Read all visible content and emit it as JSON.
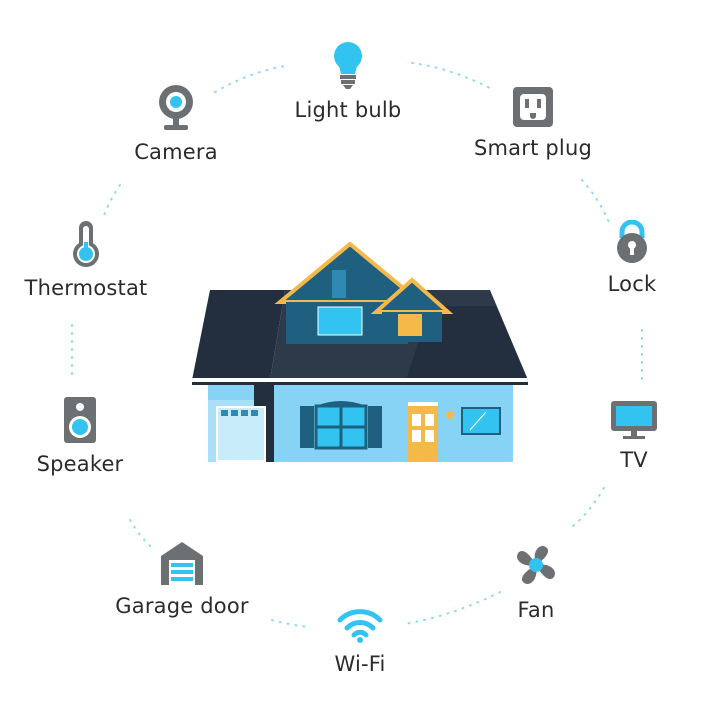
{
  "devices": [
    {
      "id": "light-bulb",
      "label": "Light bulb",
      "icon": "light-bulb-icon"
    },
    {
      "id": "smart-plug",
      "label": "Smart plug",
      "icon": "smart-plug-icon"
    },
    {
      "id": "lock",
      "label": "Lock",
      "icon": "lock-icon"
    },
    {
      "id": "tv",
      "label": "TV",
      "icon": "tv-icon"
    },
    {
      "id": "fan",
      "label": "Fan",
      "icon": "fan-icon"
    },
    {
      "id": "wifi",
      "label": "Wi-Fi",
      "icon": "wifi-icon"
    },
    {
      "id": "garage-door",
      "label": "Garage door",
      "icon": "garage-door-icon"
    },
    {
      "id": "speaker",
      "label": "Speaker",
      "icon": "speaker-icon"
    },
    {
      "id": "thermostat",
      "label": "Thermostat",
      "icon": "thermostat-icon"
    },
    {
      "id": "camera",
      "label": "Camera",
      "icon": "camera-icon"
    }
  ],
  "colors": {
    "accent": "#33c3f0",
    "icon_gray": "#6d7073",
    "dots": "#8fd8f2",
    "roof": "#232f3e",
    "wall": "#86d3f5",
    "dark_blue": "#1f5f7f",
    "gold": "#f5b94a"
  }
}
